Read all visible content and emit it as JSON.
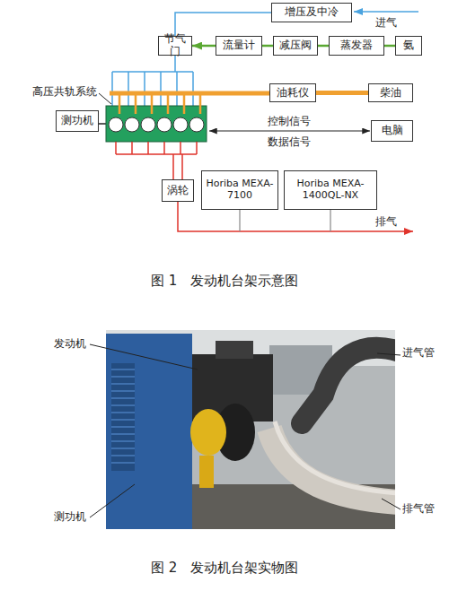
{
  "diagram": {
    "nodes": [
      {
        "text": [
          "增压及中冷"
        ]
      },
      {
        "text": [
          "节气门"
        ]
      },
      {
        "text": [
          "流量计"
        ]
      },
      {
        "text": [
          "减压阀"
        ]
      },
      {
        "text": [
          "蒸发器"
        ]
      },
      {
        "text": [
          "氨"
        ]
      },
      {
        "text": [
          "油耗仪"
        ]
      },
      {
        "text": [
          "柴油"
        ]
      },
      {
        "text": [
          "测功机"
        ]
      },
      {
        "text": [
          "电脑"
        ]
      },
      {
        "text": [
          "涡轮"
        ]
      },
      {
        "text": [
          "Horiba MEXA-7100"
        ]
      },
      {
        "text": [
          "Horiba MEXA-1400QL-NX"
        ]
      }
    ],
    "edges": [
      {
        "from": 0,
        "to": 1,
        "arrow": "none"
      },
      {
        "from": 2,
        "to": 1,
        "arrow": "to"
      },
      {
        "from": 3,
        "to": 2,
        "arrow": "none"
      },
      {
        "from": 4,
        "to": 3,
        "arrow": "none"
      },
      {
        "from": 5,
        "to": 4,
        "arrow": "none"
      },
      {
        "from": 7,
        "to": 6,
        "arrow": "none"
      }
    ],
    "labels": [
      "进气",
      "高压共轨系统",
      "控制信号",
      "数据信号",
      "排气",
      "图 1",
      "发动机台架示意图",
      "发动机",
      "进气管",
      "测功机",
      "排气管",
      "图 2",
      "发动机台架实物图"
    ]
  }
}
